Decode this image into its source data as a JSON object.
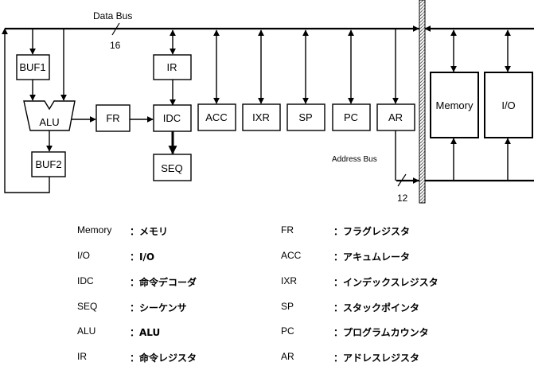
{
  "bus_labels": {
    "data_bus": "Data Bus",
    "data_bus_width": "16",
    "address_bus": "Address Bus",
    "address_bus_width": "12"
  },
  "blocks": {
    "buf1": "BUF1",
    "alu": "ALU",
    "buf2": "BUF2",
    "fr": "FR",
    "ir": "IR",
    "idc": "IDC",
    "seq": "SEQ",
    "acc": "ACC",
    "ixr": "IXR",
    "sp": "SP",
    "pc": "PC",
    "ar": "AR",
    "memory": "Memory",
    "io": "I/O"
  },
  "legend": [
    {
      "term": "Memory",
      "desc": "：メモリ"
    },
    {
      "term": "I/O",
      "desc": "：I/O"
    },
    {
      "term": "IDC",
      "desc": "：命令デコーダ"
    },
    {
      "term": "SEQ",
      "desc": "：シーケンサ"
    },
    {
      "term": "ALU",
      "desc": "：ALU"
    },
    {
      "term": "IR",
      "desc": "：命令レジスタ"
    },
    {
      "term": "FR",
      "desc": "：フラグレジスタ"
    },
    {
      "term": "ACC",
      "desc": "：アキュムレータ"
    },
    {
      "term": "IXR",
      "desc": "：インデックスレジスタ"
    },
    {
      "term": "SP",
      "desc": "：スタックポインタ"
    },
    {
      "term": "PC",
      "desc": "：プログラムカウンタ"
    },
    {
      "term": "AR",
      "desc": "：アドレスレジスタ"
    }
  ]
}
